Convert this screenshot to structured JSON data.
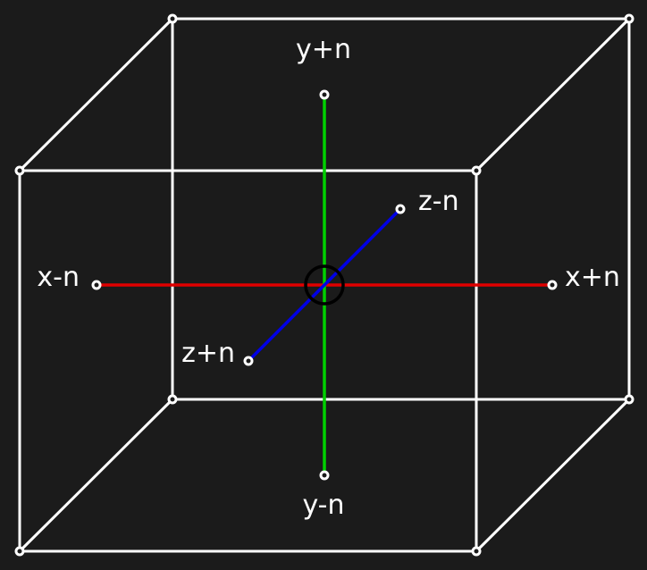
{
  "colors": {
    "background": "#1b1b1b",
    "edges": "#ffffff",
    "x_axis": "#e00000",
    "y_axis": "#00d000",
    "z_axis": "#0000e6",
    "origin_ring": "#000000"
  },
  "labels": {
    "y_plus": "y+n",
    "y_minus": "y-n",
    "x_plus": "x+n",
    "x_minus": "x-n",
    "z_plus": "z+n",
    "z_minus": "z-n"
  }
}
